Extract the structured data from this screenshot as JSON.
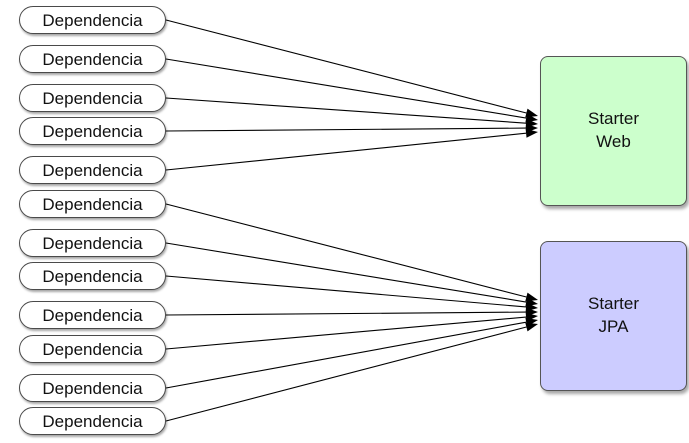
{
  "dependencies": [
    {
      "label": "Dependencia",
      "target": "web"
    },
    {
      "label": "Dependencia",
      "target": "web"
    },
    {
      "label": "Dependencia",
      "target": "web"
    },
    {
      "label": "Dependencia",
      "target": "web"
    },
    {
      "label": "Dependencia",
      "target": "web"
    },
    {
      "label": "Dependencia",
      "target": "jpa"
    },
    {
      "label": "Dependencia",
      "target": "jpa"
    },
    {
      "label": "Dependencia",
      "target": "jpa"
    },
    {
      "label": "Dependencia",
      "target": "jpa"
    },
    {
      "label": "Dependencia",
      "target": "jpa"
    },
    {
      "label": "Dependencia",
      "target": "jpa"
    },
    {
      "label": "Dependencia",
      "target": "jpa"
    }
  ],
  "starters": {
    "web": {
      "line1": "Starter",
      "line2": "Web",
      "color": "#ccffcc"
    },
    "jpa": {
      "line1": "Starter",
      "line2": "JPA",
      "color": "#ccccff"
    }
  },
  "colors": {
    "arrow": "#000000",
    "box_border": "#4a4a4a"
  }
}
